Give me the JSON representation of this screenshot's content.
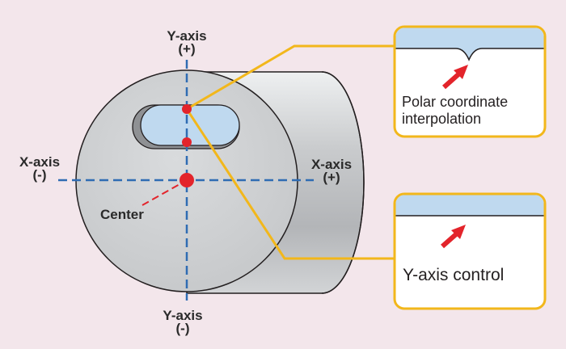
{
  "diagram": {
    "axis_labels": {
      "y_top": {
        "name": "Y-axis",
        "sign": "(+)"
      },
      "y_bottom": {
        "name": "Y-axis",
        "sign": "(-)"
      },
      "x_left": {
        "name": "X-axis",
        "sign": "(-)"
      },
      "x_right": {
        "name": "X-axis",
        "sign": "(+)"
      }
    },
    "center_label": "Center",
    "callouts": [
      {
        "line1": "Polar coordinate",
        "line2": "interpolation"
      },
      {
        "line1": "Y-axis control"
      }
    ],
    "colors": {
      "background": "#f3e6eb",
      "axis": "#2f6cb3",
      "marker": "#e3242b",
      "callout_border": "#f2b71b",
      "slot": "#bfd9ef",
      "cylinder_face": "#d4d6d8"
    }
  }
}
